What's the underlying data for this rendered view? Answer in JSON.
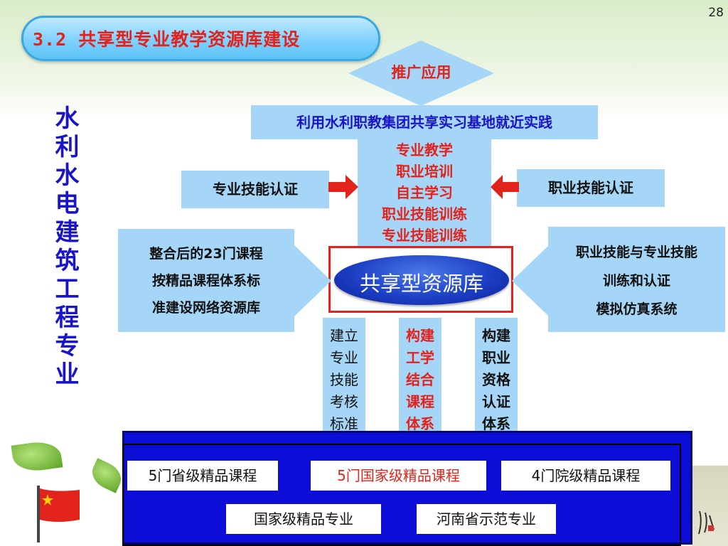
{
  "page_number": "28",
  "title": "3.2 共享型专业教学资源库建设",
  "vertical_title": "水利水电建筑工程专业",
  "top_diamond": "推广应用",
  "top_bar": "利用水利职教集团共享实习基地就近实践",
  "center_items": [
    "专业教学",
    "职业培训",
    "自主学习",
    "职业技能训练",
    "专业技能训练"
  ],
  "left_cert": "专业技能认证",
  "right_cert": "职业技能认证",
  "center_label": "共享型资源库",
  "left_big": [
    "整合后的23门课程",
    "按精品课程体系标",
    "准建设网络资源库"
  ],
  "right_big": [
    "职业技能与专业技能",
    "训练和认证",
    "模拟仿真系统"
  ],
  "small_columns": [
    {
      "text": "建立专业技能考核标准"
    },
    {
      "text": "构建工学结合课程体系"
    },
    {
      "text": "构建职业资格认证体系"
    }
  ],
  "base_row1": [
    "5门省级精品课程",
    "5门国家级精品课程",
    "4门院级精品课程"
  ],
  "base_row2": [
    "国家级精品专业",
    "河南省示范专业"
  ],
  "colors": {
    "accent_red": "#e1231b",
    "accent_blue": "#1a14c9",
    "box_blue": "#a6d6f7",
    "base_blue": "#0b0dd6"
  }
}
